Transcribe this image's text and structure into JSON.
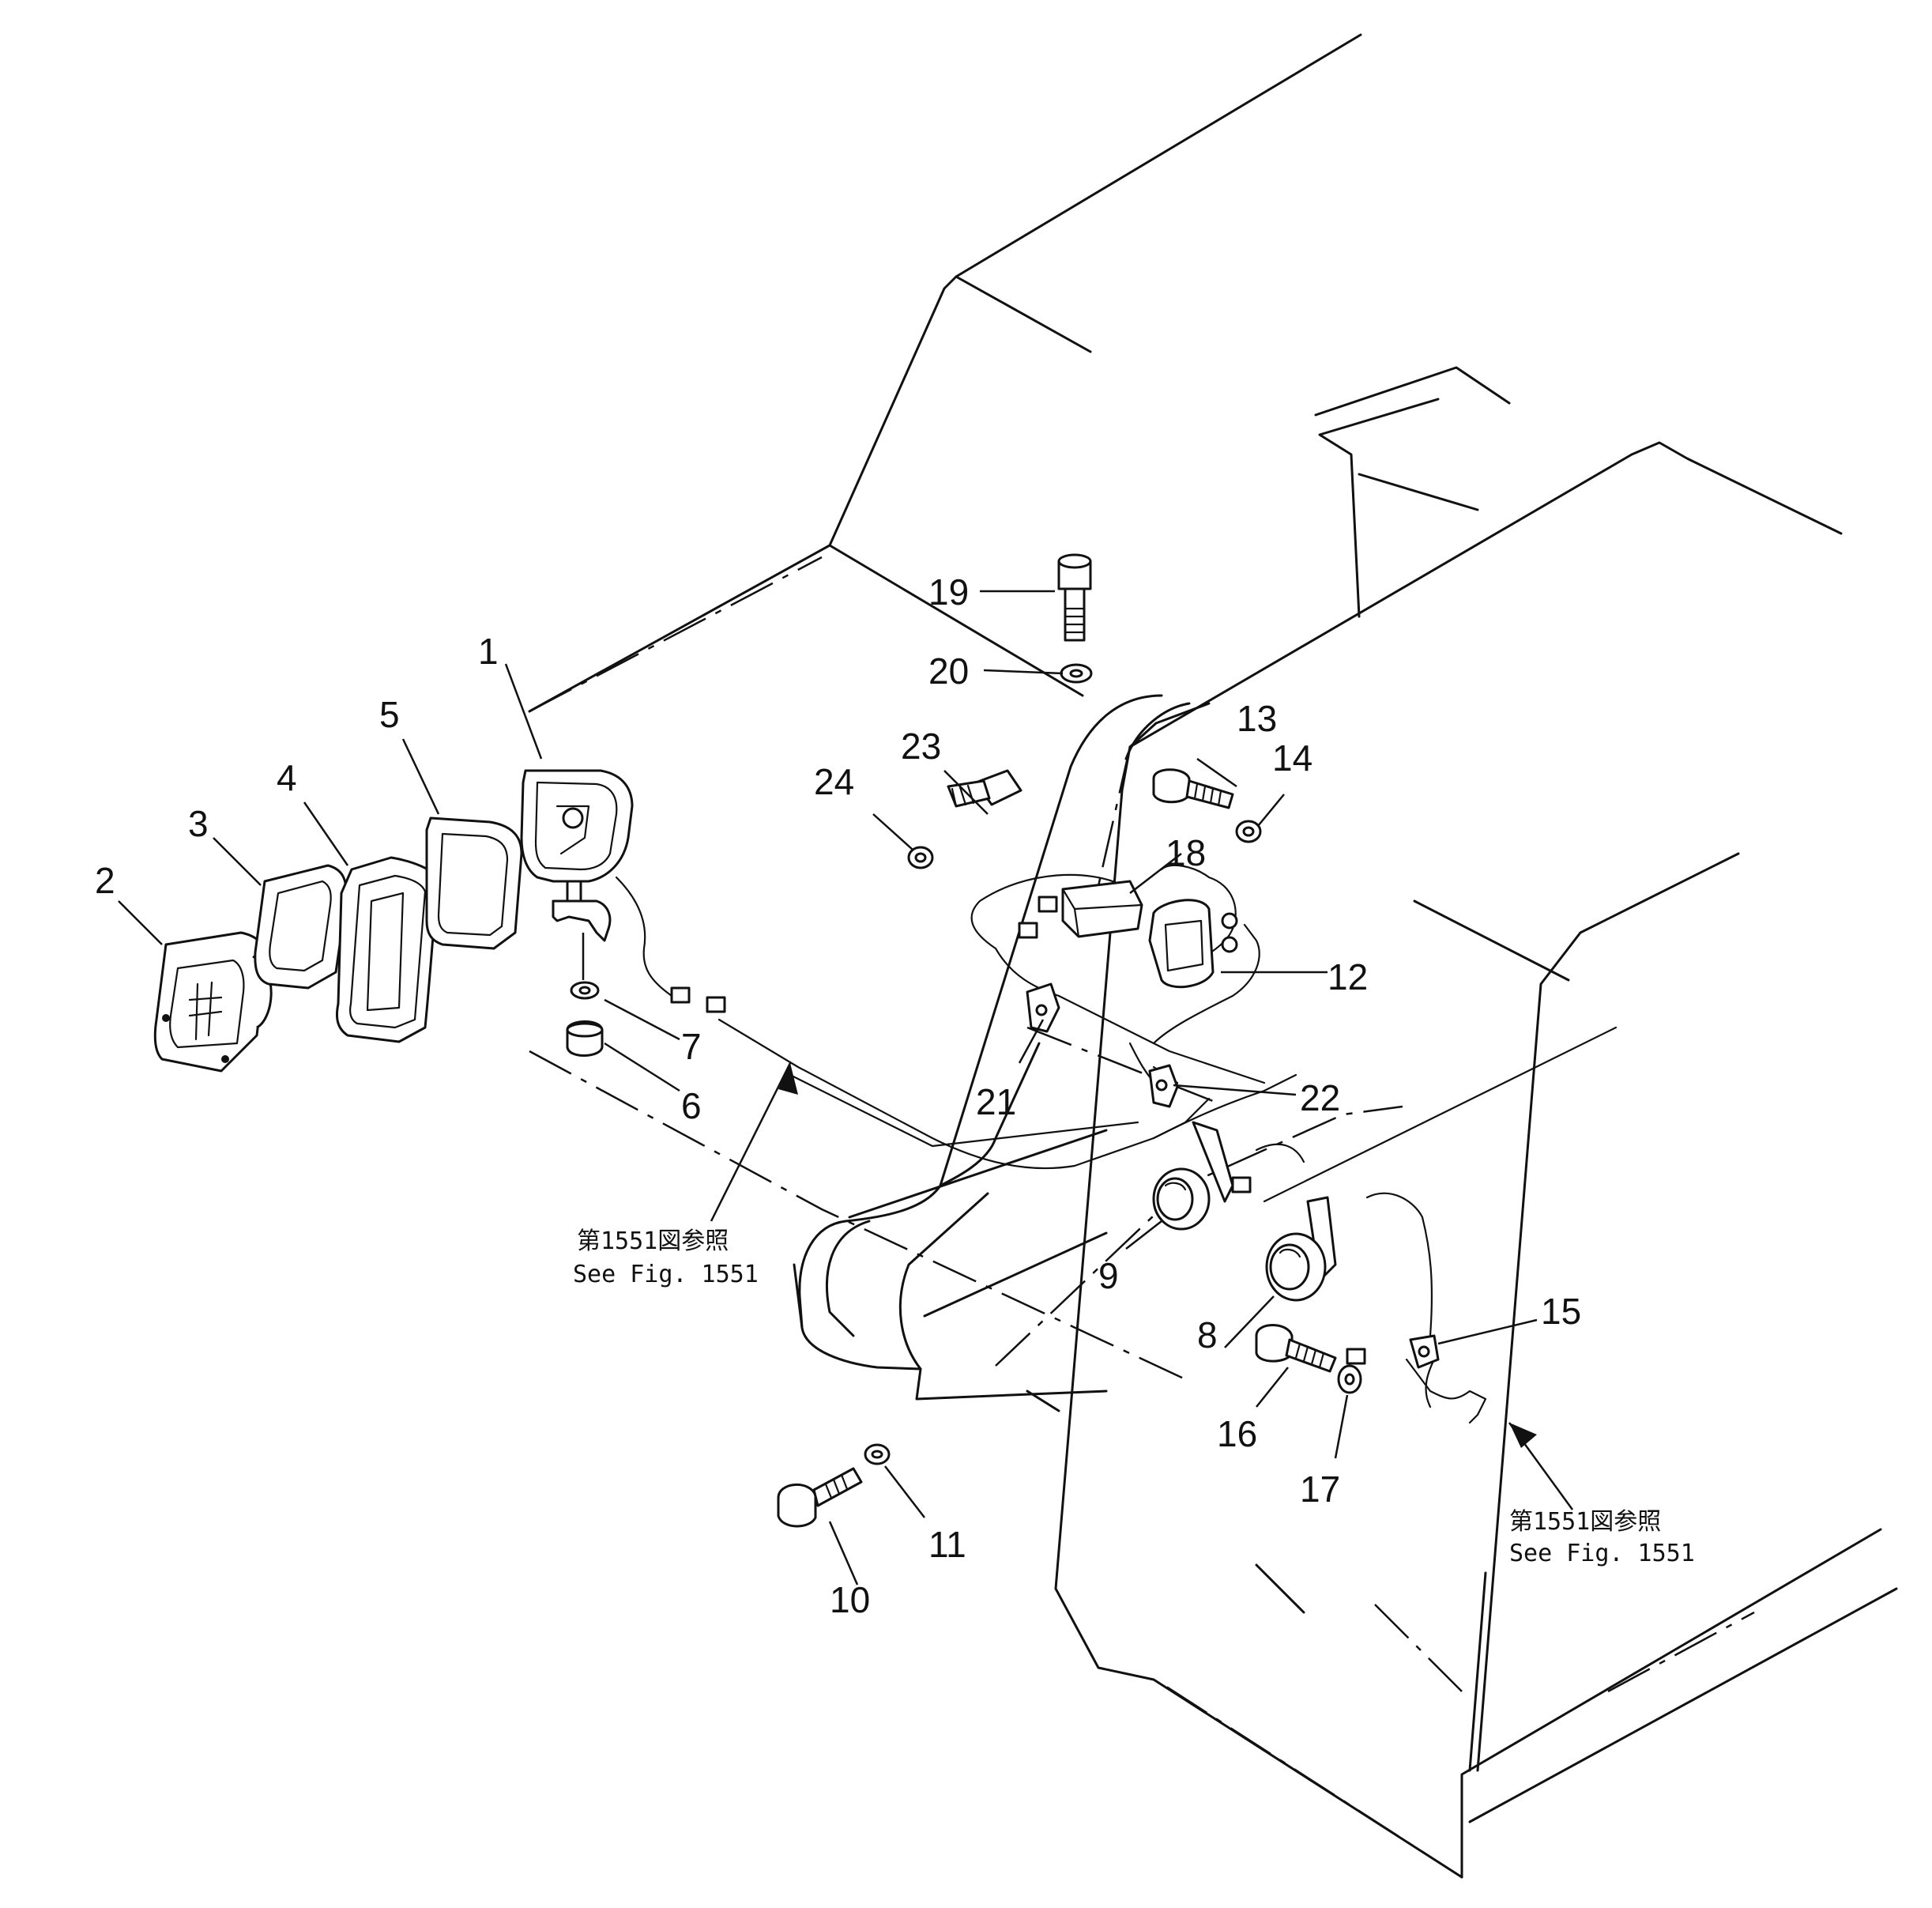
{
  "callouts": {
    "c1": "1",
    "c2": "2",
    "c3": "3",
    "c4": "4",
    "c5": "5",
    "c6": "6",
    "c7": "7",
    "c8": "8",
    "c9": "9",
    "c10": "10",
    "c11": "11",
    "c12": "12",
    "c13": "13",
    "c14": "14",
    "c15": "15",
    "c16": "16",
    "c17": "17",
    "c18": "18",
    "c19": "19",
    "c20": "20",
    "c21": "21",
    "c22": "22",
    "c23": "23",
    "c24": "24"
  },
  "references": {
    "left_jp": "第1551図参照",
    "left_en": "See  Fig.  1551",
    "right_jp": "第1551図参照",
    "right_en": "See  Fig.  1551"
  }
}
